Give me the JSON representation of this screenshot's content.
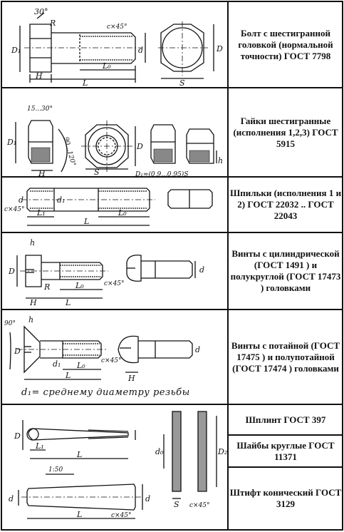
{
  "rows": [
    {
      "label": "Болт с шестигранной головкой (нормальной точности) ГОСТ 7798",
      "dims": [
        "30°",
        "R",
        "c×45°",
        "D₁",
        "d",
        "H",
        "L₀",
        "L",
        "D",
        "S"
      ]
    },
    {
      "label": "Гайки шестигранные (исполнения 1,2,3) ГОСТ 5915",
      "dims": [
        "15...30°",
        "90...120°",
        "D₁",
        "H",
        "D",
        "S",
        "D₁≈(0,9...0,95)S",
        "h"
      ]
    },
    {
      "label": "Шпильки (исполнения 1 и 2) ГОСТ 22032 .. ГОСТ 22043",
      "dims": [
        "c×45°",
        "d₁",
        "d",
        "L₁",
        "L₀",
        "L"
      ]
    },
    {
      "label": "Винты с цилиндрической (ГОСТ 1491 ) и полукруглой (ГОСТ 17473 ) головками",
      "dims": [
        "h",
        "D",
        "R",
        "c×45°",
        "L₀",
        "H",
        "L",
        "d"
      ]
    },
    {
      "label": "Винты с потайной (ГОСТ 17475 ) и полупотайной (ГОСТ 17474 ) головками",
      "dims": [
        "90°",
        "h",
        "D",
        "d₁",
        "c×45°",
        "L₀",
        "L",
        "d",
        "H"
      ],
      "note": "d₁= среднему диаметру резьбы"
    },
    {
      "label": "Шплинт ГОСТ 397",
      "dims": [
        "D",
        "L₁",
        "L",
        "d₀",
        "D₂",
        "S",
        "c×45°"
      ]
    },
    {
      "label": "Шайбы круглые ГОСТ 11371",
      "dims": []
    },
    {
      "label": "Штифт конический ГОСТ 3129",
      "dims": [
        "1:50",
        "d",
        "d",
        "L",
        "c×45°"
      ]
    }
  ],
  "colors": {
    "ink": "#111111",
    "paper": "#ffffff"
  }
}
